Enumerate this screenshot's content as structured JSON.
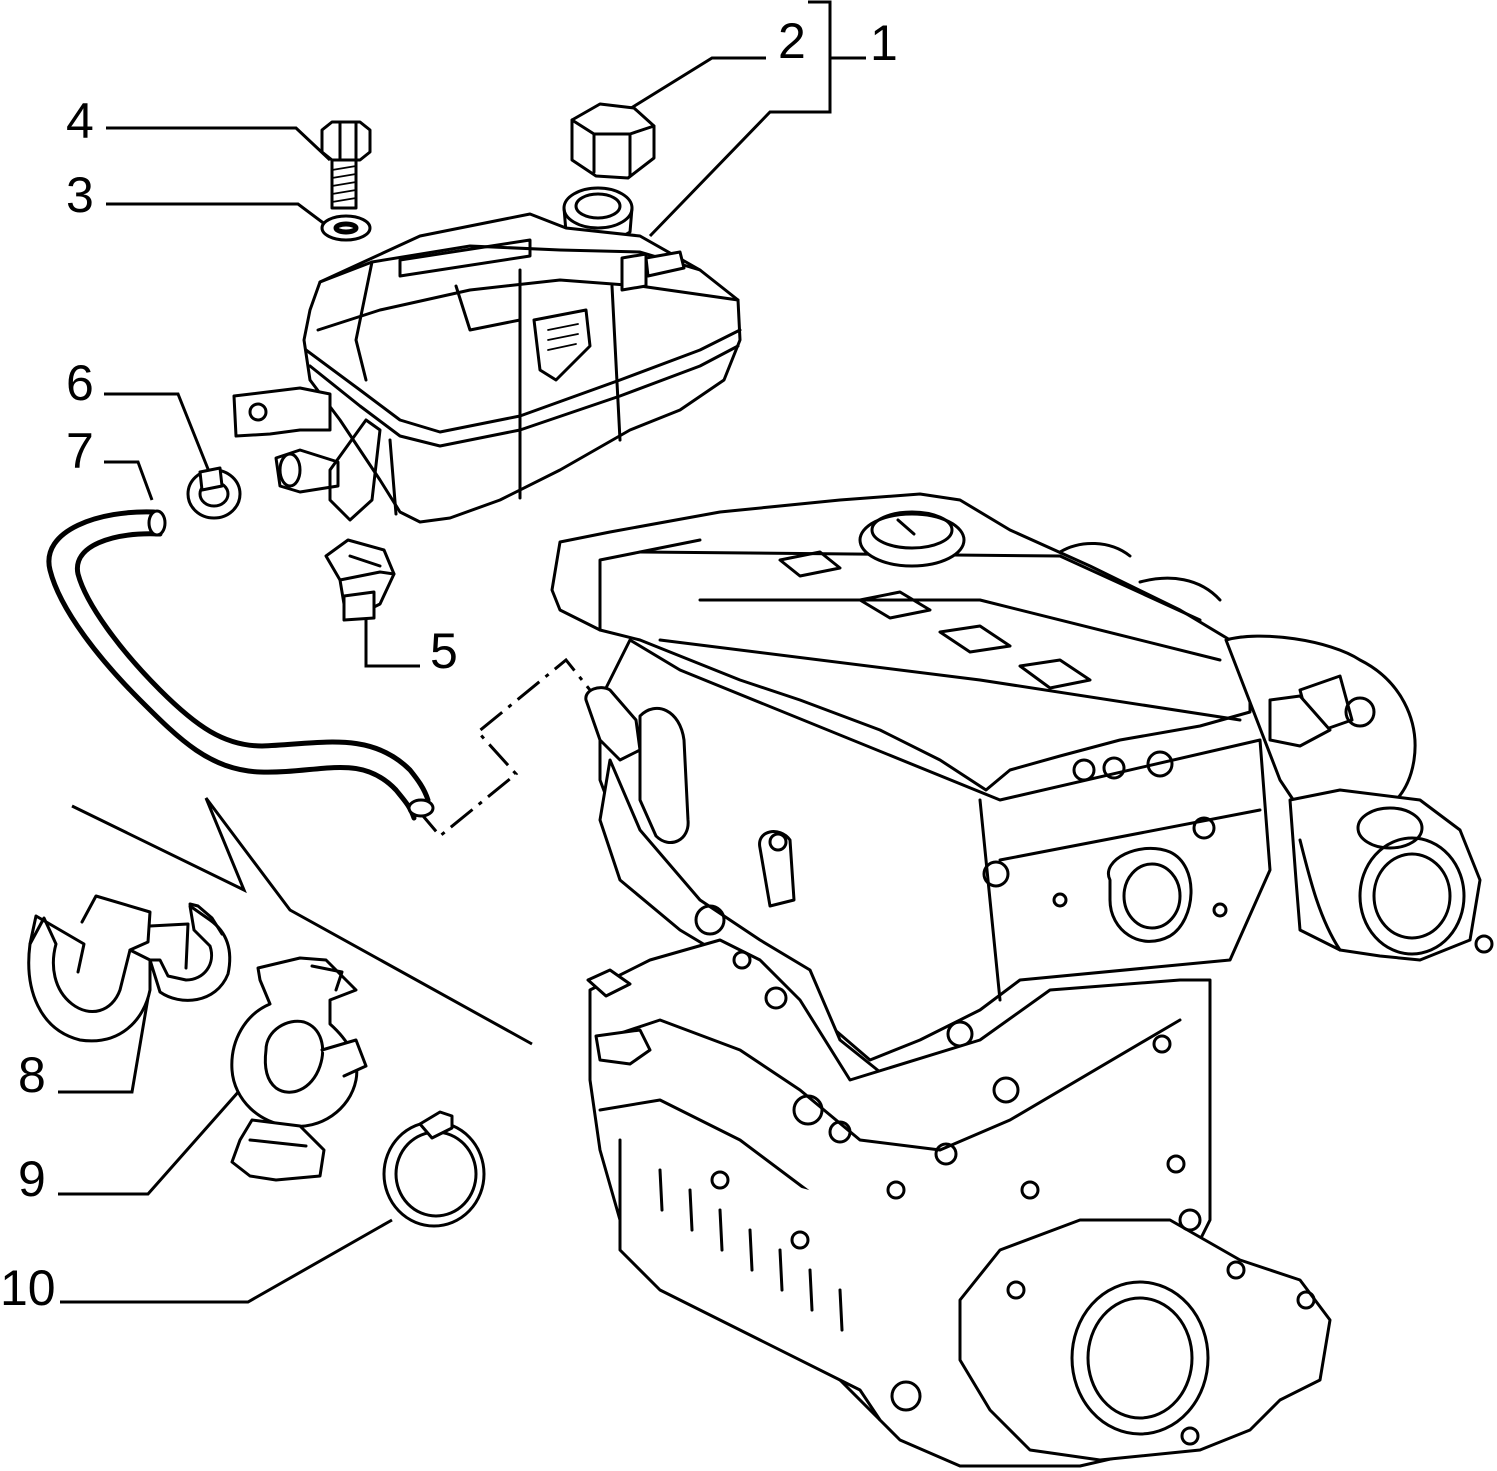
{
  "callouts": [
    {
      "id": "1",
      "text": "1"
    },
    {
      "id": "2",
      "text": "2"
    },
    {
      "id": "3",
      "text": "3"
    },
    {
      "id": "4",
      "text": "4"
    },
    {
      "id": "5",
      "text": "5"
    },
    {
      "id": "6",
      "text": "6"
    },
    {
      "id": "7",
      "text": "7"
    },
    {
      "id": "8",
      "text": "8"
    },
    {
      "id": "9",
      "text": "9"
    },
    {
      "id": "10",
      "text": "10"
    }
  ],
  "parts": [
    {
      "callout": "1",
      "icon": "expansion-tank-icon"
    },
    {
      "callout": "2",
      "icon": "filler-cap-icon"
    },
    {
      "callout": "3",
      "icon": "washer-icon"
    },
    {
      "callout": "4",
      "icon": "bolt-icon"
    },
    {
      "callout": "5",
      "icon": "hose-connector-icon"
    },
    {
      "callout": "6",
      "icon": "hose-clamp-icon"
    },
    {
      "callout": "7",
      "icon": "coolant-hose-icon"
    },
    {
      "callout": "8",
      "icon": "double-clamp-icon"
    },
    {
      "callout": "9",
      "icon": "bracket-clamp-icon"
    },
    {
      "callout": "10",
      "icon": "band-clamp-icon"
    }
  ],
  "assembly": {
    "icon": "engine-block-icon"
  }
}
